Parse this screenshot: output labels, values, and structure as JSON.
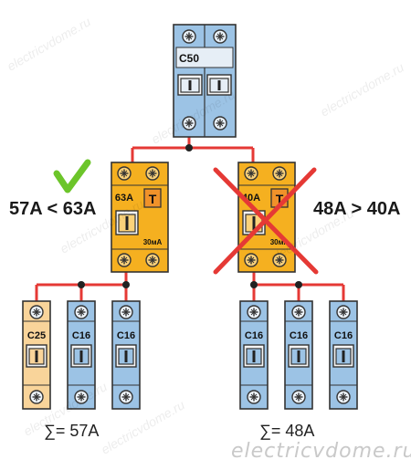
{
  "main_breaker": {
    "rating": "C50"
  },
  "rcd_left": {
    "rating": "63A",
    "type_letter": "T",
    "leak_current": "30мА"
  },
  "rcd_right": {
    "rating": "40A",
    "type_letter": "T",
    "leak_current": "30мА"
  },
  "branch_left": {
    "breakers": [
      {
        "rating": "C25",
        "body_color": "#f9d49a"
      },
      {
        "rating": "C16",
        "body_color": "#9cc3e5"
      },
      {
        "rating": "C16",
        "body_color": "#9cc3e5"
      }
    ],
    "comparison": "57A < 63A",
    "total": "∑= 57A",
    "verdict": "check-mark"
  },
  "branch_right": {
    "breakers": [
      {
        "rating": "C16",
        "body_color": "#9cc3e5"
      },
      {
        "rating": "C16",
        "body_color": "#9cc3e5"
      },
      {
        "rating": "C16",
        "body_color": "#9cc3e5"
      }
    ],
    "comparison": "48A > 40A",
    "total": "∑= 48A",
    "verdict": "cross-mark"
  },
  "colors": {
    "wire": "#e53935",
    "node": "#222222",
    "rcd_body": "#f5b020",
    "breaker_blue": "#9cc3e5",
    "breaker_orange": "#f9d49a",
    "check": "#6cc52a",
    "cross": "#e53935"
  },
  "watermark": {
    "site": "electricvdome.ru"
  }
}
